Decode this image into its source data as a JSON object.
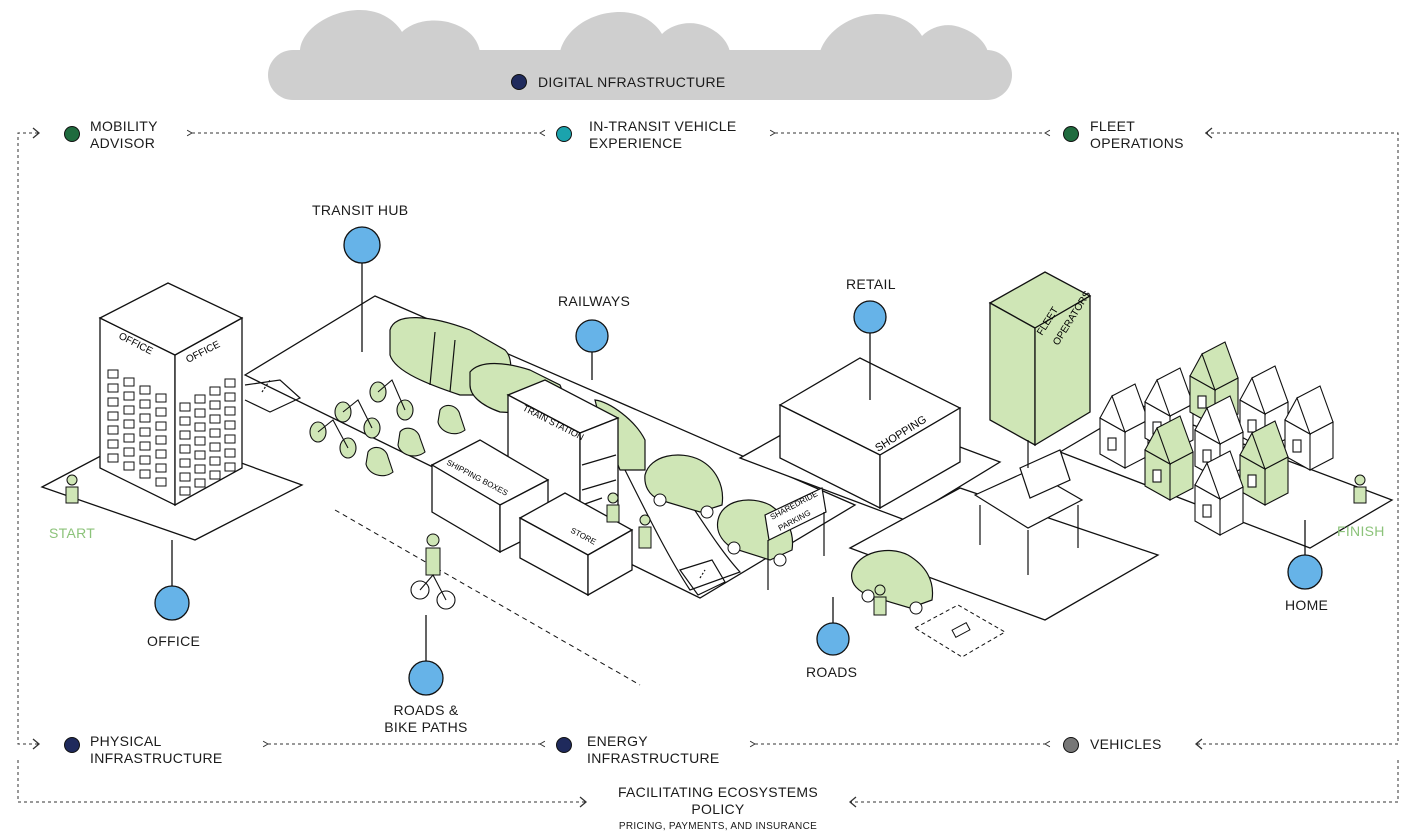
{
  "colors": {
    "cloud": "#cfcfcf",
    "pin": "#66b3e8",
    "green_fill": "#cfe6b6",
    "green_text": "#8cc37a",
    "navy": "#1f2a5c",
    "dark_green": "#1f6b3e",
    "teal": "#1ba3ad",
    "grey": "#777777"
  },
  "cloud": {
    "label": "DIGITAL  NFRASTRUCTURE",
    "dot_color": "navy"
  },
  "top_row": [
    {
      "lines": [
        "MOBILITY",
        "ADVISOR"
      ],
      "dot_color": "dark_green"
    },
    {
      "lines": [
        "IN-TRANSIT VEHICLE",
        "EXPERIENCE"
      ],
      "dot_color": "teal"
    },
    {
      "lines": [
        "FLEET",
        "OPERATIONS"
      ],
      "dot_color": "dark_green"
    }
  ],
  "bottom_row": [
    {
      "lines": [
        "PHYSICAL",
        "INFRASTRUCTURE"
      ],
      "dot_color": "navy"
    },
    {
      "lines": [
        "ENERGY",
        "INFRASTRUCTURE"
      ],
      "dot_color": "navy"
    },
    {
      "lines": [
        "VEHICLES"
      ],
      "dot_color": "grey"
    }
  ],
  "footer": {
    "line1": "FACILITATING ECOSYSTEMS",
    "line2": "POLICY",
    "line3": "PRICING, PAYMENTS, AND INSURANCE"
  },
  "pins": {
    "transit_hub": "TRANSIT HUB",
    "railways": "RAILWAYS",
    "retail": "RETAIL",
    "office": "OFFICE",
    "roads_bike": [
      "ROADS &",
      "BIKE PATHS"
    ],
    "roads": "ROADS",
    "home": "HOME"
  },
  "journey": {
    "start": "START",
    "finish": "FINISH"
  },
  "building_signs": {
    "office": "OFFICE",
    "train_station": "TRAIN STATION",
    "shipping_boxes": "SHIPPING BOXES",
    "store": "STORE",
    "shareride": "SHAREDRIDE",
    "parking": "PARKING",
    "shopping": "SHOPPING",
    "fleet_line1": "FLEET",
    "fleet_line2": "OPERATORS"
  }
}
